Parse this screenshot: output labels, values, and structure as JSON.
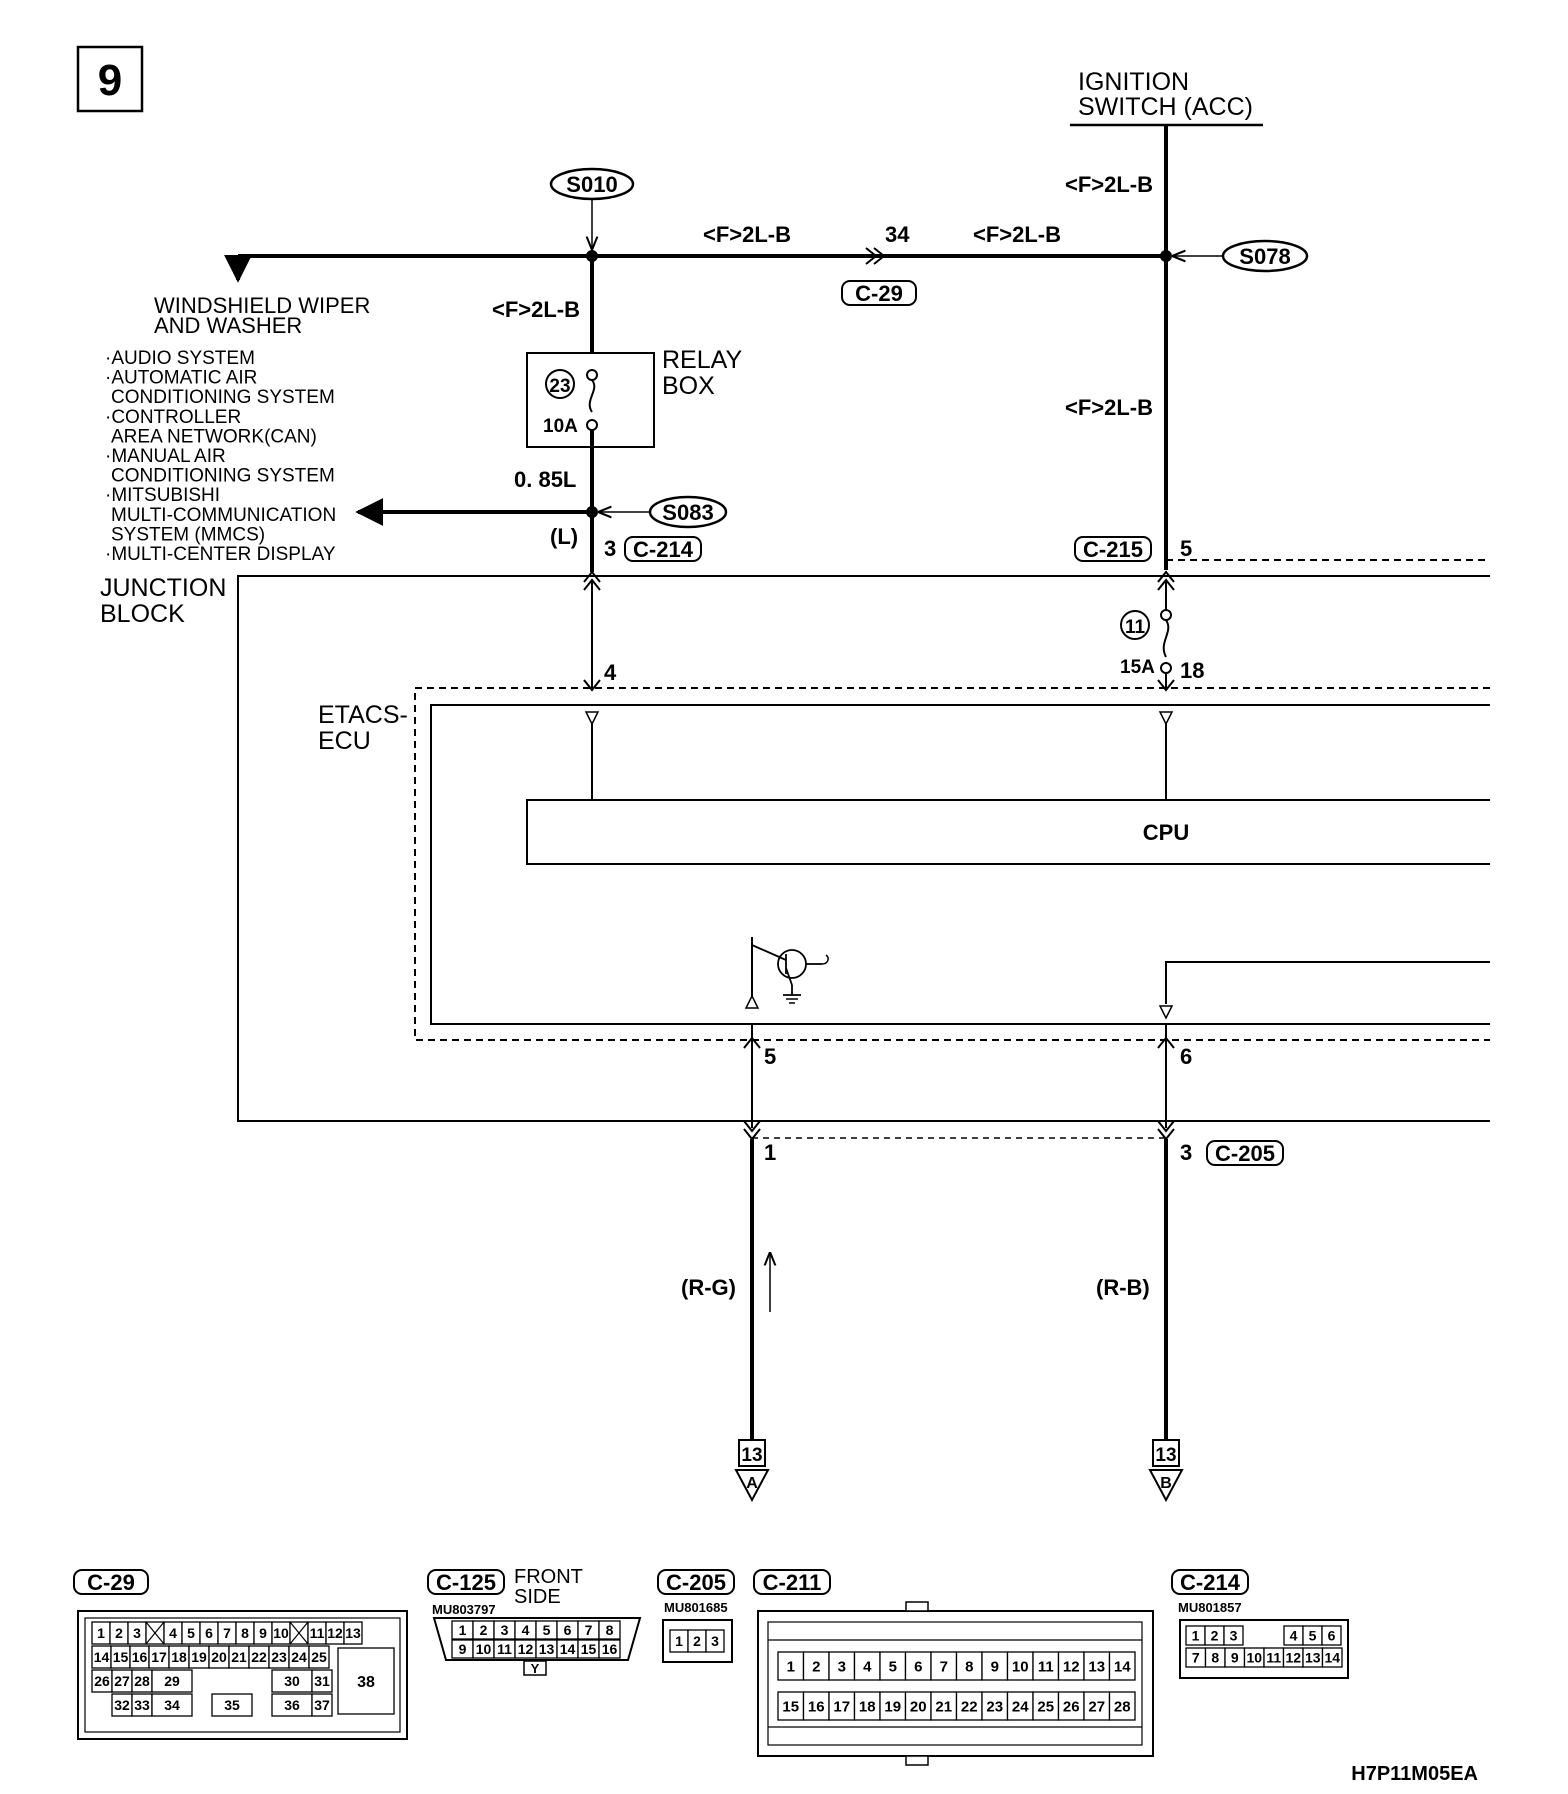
{
  "page_number": "9",
  "ignition_switch": {
    "line1": "IGNITION",
    "line2": "SWITCH (ACC)"
  },
  "splices": {
    "s010": "S010",
    "s078": "S078",
    "s083": "S083"
  },
  "wires": {
    "top_left": "<F>2L-B",
    "top_mid": "<F>2L-B",
    "top_right": "<F>2L-B",
    "right_upper": "<F>2L-B",
    "right_lower": "<F>2L-B",
    "fuse23_out": "0. 85L",
    "to_jb_left": "(L)",
    "rg": "(R-G)",
    "rb": "(R-B)"
  },
  "pins": {
    "c29": "34",
    "c214_pin": "3",
    "c215_pin": "5",
    "jb_left": "4",
    "fuse11_out": "18",
    "etacs_out_left": "5",
    "etacs_out_right": "6",
    "c205_left": "1",
    "c205_right": "3"
  },
  "connector_refs": {
    "c29": "C-29",
    "c214": "C-214",
    "c215": "C-215",
    "c205": "C-205"
  },
  "destinations": {
    "wiper_line1": "WINDSHIELD WIPER",
    "wiper_line2": "AND WASHER",
    "systems": [
      "·AUDIO SYSTEM",
      "·AUTOMATIC AIR",
      "CONDITIONING SYSTEM",
      "·CONTROLLER",
      "AREA NETWORK(CAN)",
      "·MANUAL AIR",
      "CONDITIONING SYSTEM",
      "·MITSUBISHI",
      "MULTI-COMMUNICATION",
      "SYSTEM (MMCS)",
      "·MULTI-CENTER DISPLAY"
    ]
  },
  "relay_box": {
    "line1": "RELAY",
    "line2": "BOX",
    "fuse_no": "23",
    "fuse_rating": "10A"
  },
  "junction_block": {
    "line1": "JUNCTION",
    "line2": "BLOCK",
    "fuse_no": "11",
    "fuse_rating": "15A"
  },
  "etacs": {
    "line1": "ETACS-",
    "line2": "ECU",
    "cpu": "CPU"
  },
  "offpage": [
    {
      "page": "13",
      "letter": "A"
    },
    {
      "page": "13",
      "letter": "B"
    }
  ],
  "connectors": {
    "c29": {
      "title": "C-29",
      "row1": [
        "1",
        "2",
        "3",
        "",
        "4",
        "5",
        "6",
        "7",
        "8",
        "9",
        "10",
        "",
        "11",
        "12",
        "13"
      ],
      "row2": [
        "14",
        "15",
        "16",
        "17",
        "18",
        "19",
        "20",
        "21",
        "22",
        "23",
        "24",
        "25"
      ],
      "row3": [
        "26",
        "27",
        "28",
        "29",
        "30",
        "31"
      ],
      "row4": [
        "32",
        "33",
        "34",
        "35",
        "36",
        "37"
      ],
      "big": "38"
    },
    "c125": {
      "title": "C-125",
      "side1": "FRONT",
      "side2": "SIDE",
      "part": "MU803797",
      "row1": [
        "1",
        "2",
        "3",
        "4",
        "5",
        "6",
        "7",
        "8"
      ],
      "row2": [
        "9",
        "10",
        "11",
        "12",
        "13",
        "14",
        "15",
        "16"
      ],
      "key": "Y"
    },
    "c205": {
      "title": "C-205",
      "part": "MU801685",
      "pins": [
        "1",
        "2",
        "3"
      ]
    },
    "c211": {
      "title": "C-211",
      "row1": [
        "1",
        "2",
        "3",
        "4",
        "5",
        "6",
        "7",
        "8",
        "9",
        "10",
        "11",
        "12",
        "13",
        "14"
      ],
      "row2": [
        "15",
        "16",
        "17",
        "18",
        "19",
        "20",
        "21",
        "22",
        "23",
        "24",
        "25",
        "26",
        "27",
        "28"
      ]
    },
    "c214": {
      "title": "C-214",
      "part": "MU801857",
      "row1a": [
        "1",
        "2",
        "3"
      ],
      "row1b": [
        "4",
        "5",
        "6"
      ],
      "row2": [
        "7",
        "8",
        "9",
        "10",
        "11",
        "12",
        "13",
        "14"
      ]
    }
  },
  "diagram_code": "H7P11M05EA"
}
